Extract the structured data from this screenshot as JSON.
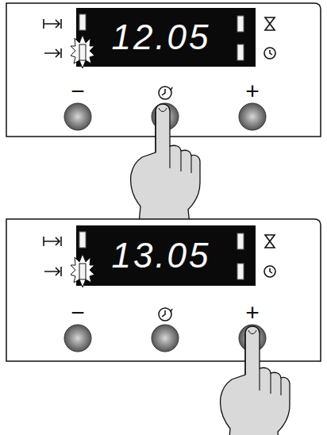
{
  "diagram": {
    "nodes": [
      {
        "text": [
          "12.05"
        ]
      },
      {
        "text": [
          "13.05"
        ]
      }
    ],
    "labels": [
      "−",
      "+",
      "−",
      "+"
    ]
  }
}
